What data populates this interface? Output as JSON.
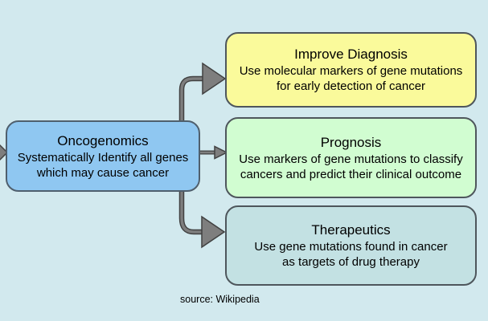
{
  "main_box": {
    "title": "Oncogenomics",
    "line1": "Systematically Identify all genes",
    "line2": "which may cause cancer"
  },
  "branches": {
    "diagnosis": {
      "title": "Improve Diagnosis",
      "line1": "Use molecular markers of gene mutations",
      "line2": "for early detection of cancer"
    },
    "prognosis": {
      "title": "Prognosis",
      "line1": "Use markers of gene mutations to classify",
      "line2": "cancers and predict their clinical outcome"
    },
    "therapeutics": {
      "title": "Therapeutics",
      "line1": "Use gene mutations found in cancer",
      "line2": "as targets of drug therapy"
    }
  },
  "caption": "source: Wikipedia",
  "icons": {
    "top_arrow": "curved-arrow-right-icon",
    "middle_arrow": "arrow-right-icon",
    "bottom_arrow": "curved-arrow-right-icon",
    "incoming_arrow": "arrowhead-right-icon"
  },
  "colors": {
    "background": "#d2e9ee",
    "main_box_fill": "#8fc7f1",
    "main_box_border": "#4f5f6d",
    "diagnosis_fill": "#fafa9b",
    "prognosis_fill": "#d1fdd1",
    "therapeutics_fill": "#c3e1e3",
    "box_border": "#4e565c",
    "arrow_fill": "#7e7e7e",
    "arrow_outline": "#414141",
    "text": "#000000"
  }
}
